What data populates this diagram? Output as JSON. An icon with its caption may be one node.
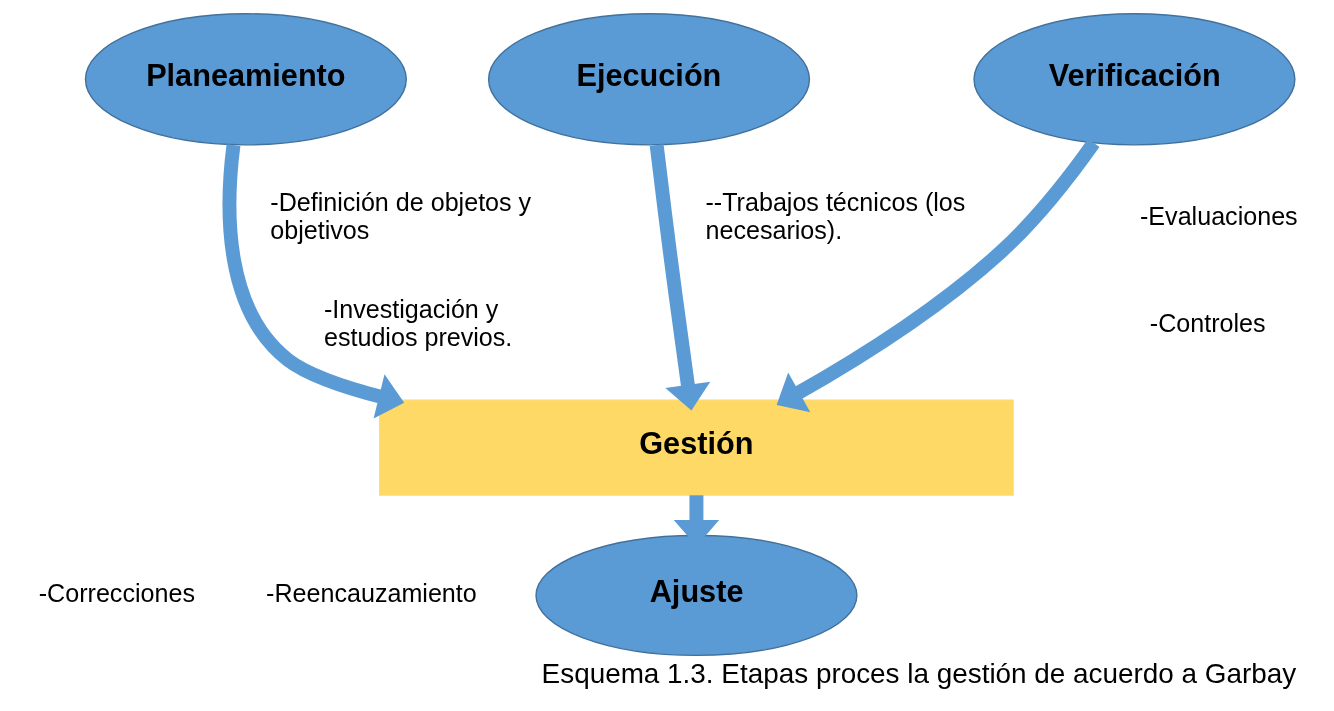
{
  "diagram": {
    "caption": "Esquema 1.3. Etapas proces la gestión de acuerdo a Garbay",
    "nodes": [
      {
        "text": [
          "Planeamiento"
        ]
      },
      {
        "text": [
          "Ejecución"
        ]
      },
      {
        "text": [
          "Verificación"
        ]
      },
      {
        "text": [
          "Gestión"
        ]
      },
      {
        "text": [
          "Ajuste"
        ]
      }
    ],
    "edges": [
      {
        "from": 0,
        "to": 3,
        "arrow": "to"
      },
      {
        "from": 1,
        "to": 3,
        "arrow": "to"
      },
      {
        "from": 2,
        "to": 3,
        "arrow": "to"
      },
      {
        "from": 3,
        "to": 4,
        "arrow": "to"
      }
    ],
    "labels": [
      "-Definición de objetos y objetivos",
      "--Trabajos técnicos (los necesarios).",
      "-Evaluaciones",
      "-Investigación y estudios previos.",
      "-Controles",
      "-Correcciones",
      "-Reencauzamiento"
    ]
  }
}
